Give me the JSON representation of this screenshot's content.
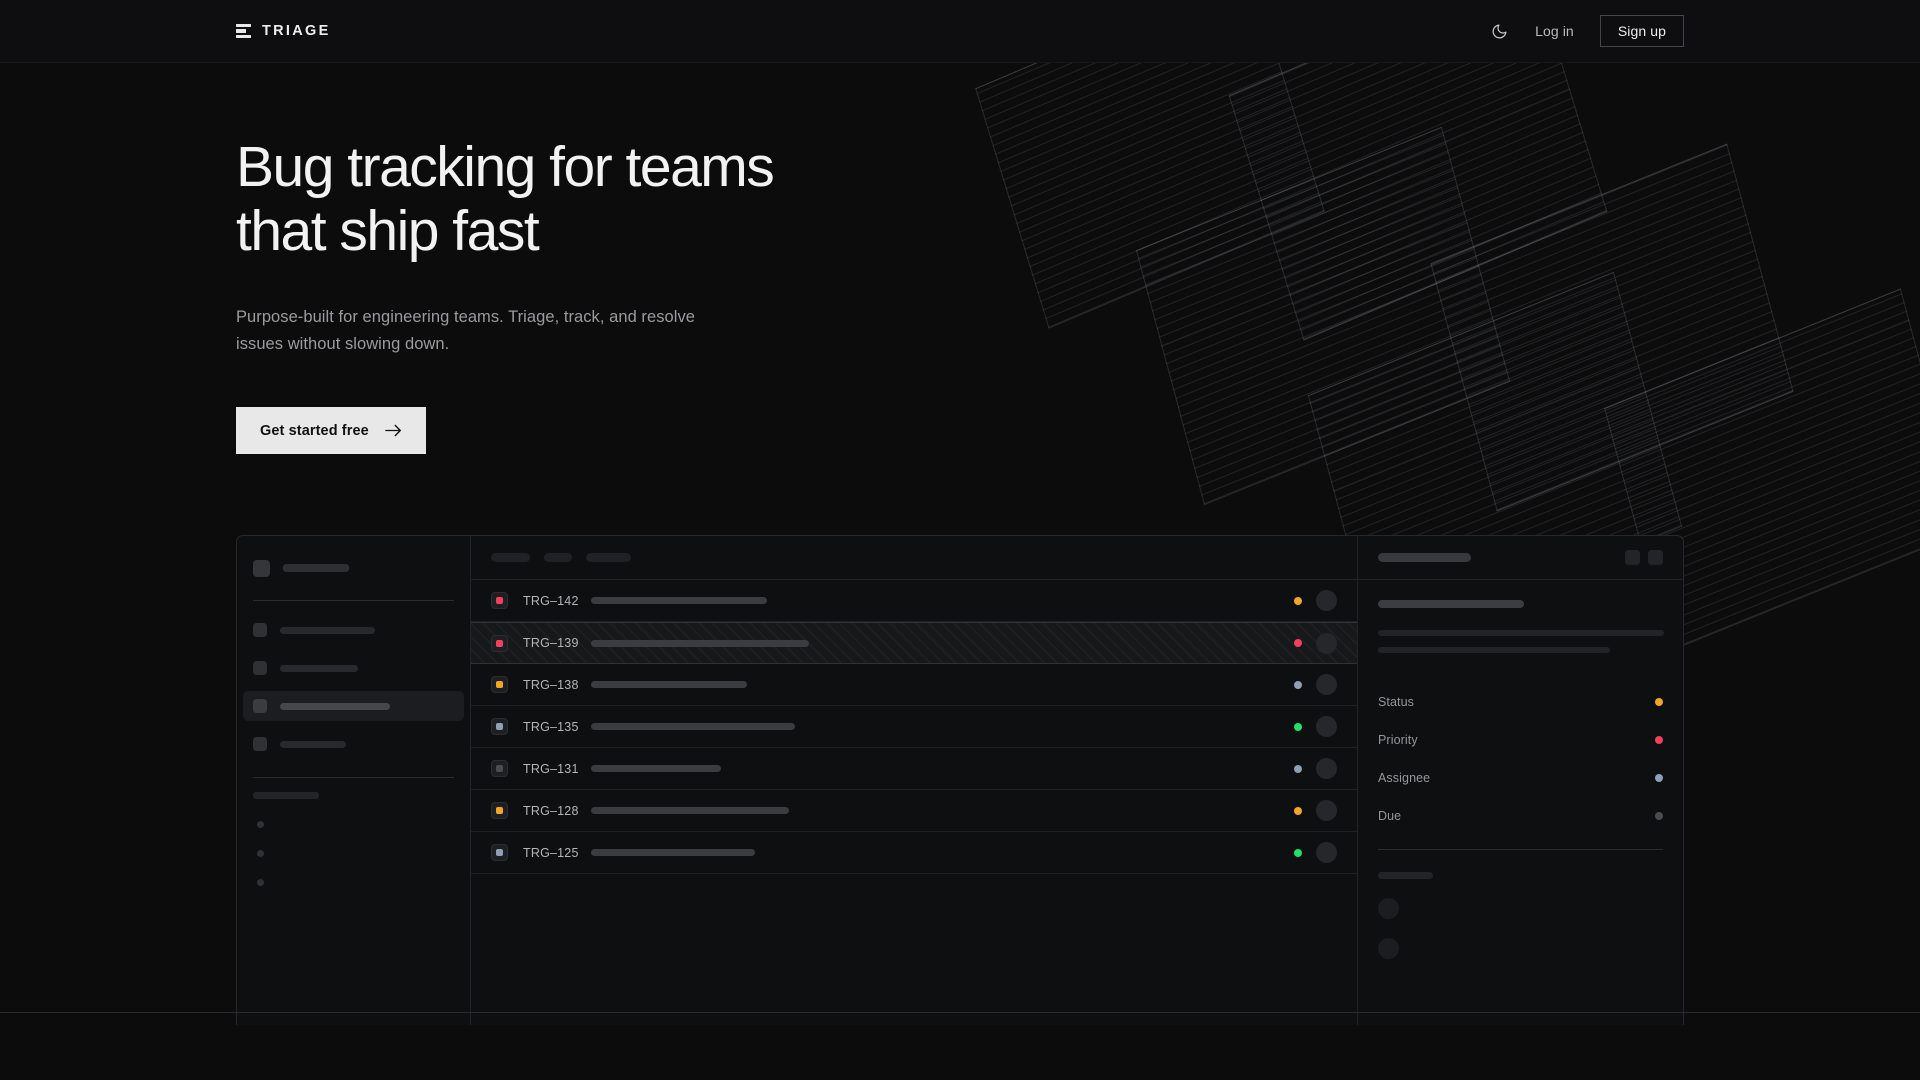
{
  "brand": {
    "name": "TRIAGE",
    "logo_icon": "triage-bars-icon"
  },
  "nav": {
    "theme_toggle_icon": "moon-icon",
    "login_label": "Log in",
    "signup_label": "Sign up"
  },
  "hero": {
    "heading_line1": "Bug tracking for teams",
    "heading_line2": "that ship fast",
    "subtext": "Purpose-built for engineering teams. Triage, track, and resolve issues without slowing down.",
    "cta_label": "Get started free",
    "cta_icon": "arrow-right-icon"
  },
  "colors": {
    "page_bg": "#0c0c0d",
    "accent_orange": "#f5a524",
    "accent_pink": "#f43f5e",
    "accent_green": "#22e06a",
    "accent_slate": "#8fa0b4",
    "accent_muted": "#4a4c50",
    "cta_bg": "#e8e8e8",
    "text_primary": "#f2f2f3",
    "text_muted": "#9a9b9f"
  },
  "mockup": {
    "sidebar": {
      "nav_items": [
        {
          "width": 95,
          "active": false
        },
        {
          "width": 78,
          "active": false
        },
        {
          "width": 110,
          "active": true
        },
        {
          "width": 66,
          "active": false
        }
      ],
      "section_label_width": 66,
      "sub_dot_count": 3
    },
    "toolbar": {
      "pill_widths": [
        39,
        28,
        45
      ]
    },
    "rows": [
      {
        "id": "TRG–142",
        "priority_color": "#f43f5e",
        "title_width": 176,
        "status_color": "#f5a524",
        "selected": false
      },
      {
        "id": "TRG–139",
        "priority_color": "#f43f5e",
        "title_width": 218,
        "status_color": "#f43f5e",
        "selected": true
      },
      {
        "id": "TRG–138",
        "priority_color": "#f5a524",
        "title_width": 156,
        "status_color": "#8fa0b4",
        "selected": false
      },
      {
        "id": "TRG–135",
        "priority_color": "#8fa0b4",
        "title_width": 204,
        "status_color": "#22e06a",
        "selected": false
      },
      {
        "id": "TRG–131",
        "priority_color": "#4a4c50",
        "title_width": 130,
        "status_color": "#8fa0b4",
        "selected": false
      },
      {
        "id": "TRG–128",
        "priority_color": "#f5a524",
        "title_width": 198,
        "status_color": "#f5a524",
        "selected": false
      },
      {
        "id": "TRG–125",
        "priority_color": "#8fa0b4",
        "title_width": 164,
        "status_color": "#22e06a",
        "selected": false
      }
    ],
    "detail": {
      "header_buttons": 2,
      "body_line_widths": [
        286,
        232
      ],
      "meta": [
        {
          "label": "Status",
          "dot_color": "#f5a524"
        },
        {
          "label": "Priority",
          "dot_color": "#f43f5e"
        },
        {
          "label": "Assignee",
          "dot_color": "#8fa0b4"
        },
        {
          "label": "Due",
          "dot_color": "#4a4c50"
        }
      ],
      "avatar_count": 2
    }
  }
}
